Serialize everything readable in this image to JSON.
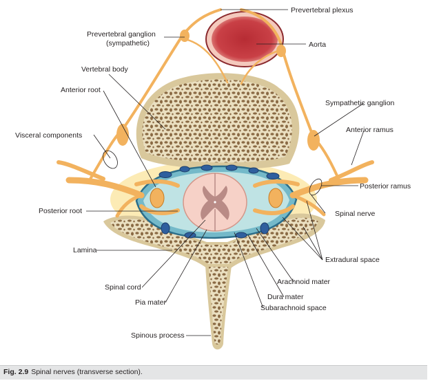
{
  "labels": {
    "prevertebral_plexus": "Prevertebral plexus",
    "prevertebral_ganglion_l1": "Prevertebral ganglion",
    "prevertebral_ganglion_l2": "(sympathetic)",
    "aorta": "Aorta",
    "vertebral_body": "Vertebral body",
    "anterior_root": "Anterior root",
    "sympathetic_ganglion": "Sympathetic ganglion",
    "visceral_components": "Visceral components",
    "anterior_ramus": "Anterior ramus",
    "posterior_ramus": "Posterior ramus",
    "posterior_root": "Posterior root",
    "spinal_nerve": "Spinal nerve",
    "lamina": "Lamina",
    "extradural_space": "Extradural space",
    "arachnoid_mater": "Arachnoid mater",
    "spinal_cord": "Spinal cord",
    "dura_mater": "Dura mater",
    "pia_mater": "Pia mater",
    "subarachnoid_space": "Subarachnoid space",
    "spinous_process": "Spinous process"
  },
  "caption": {
    "number": "Fig. 2.9",
    "text": "Spinal nerves (transverse section)."
  },
  "colors": {
    "bone": "#eadfc0",
    "bone_pore": "#8a6a44",
    "nerve": "#f2b25e",
    "aorta": "#c4373b",
    "fat": "#fbe7a8",
    "csf": "#bfe3e4",
    "cord": "#f6d1c7",
    "grey_matter": "#b98b86",
    "vein": "#2f5f9e"
  }
}
